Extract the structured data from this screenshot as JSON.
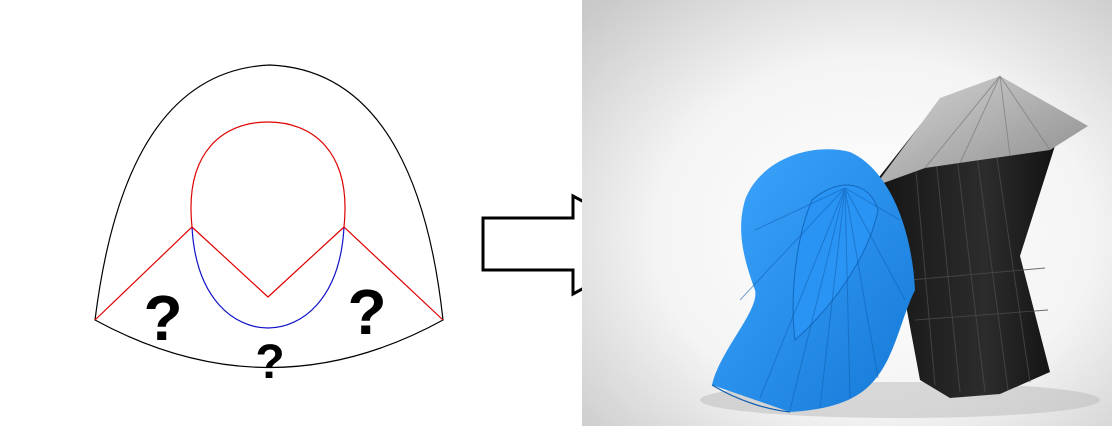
{
  "diagram": {
    "question_marks": [
      "?",
      "?",
      "?"
    ],
    "colors": {
      "outline": "#000000",
      "red_lines": "#e00000",
      "blue_arc": "#1010c8",
      "arrow_fill": "#ffffff",
      "arrow_stroke": "#000000"
    }
  },
  "photo": {
    "background_gradient": [
      "#d9d9d9",
      "#ffffff"
    ],
    "objects": [
      {
        "name": "blue-printed-model",
        "color": "#1e8ef0"
      },
      {
        "name": "black-printed-model",
        "color": "#1f1f1f"
      },
      {
        "name": "silver-cap",
        "color": "#a9a9a9"
      }
    ]
  }
}
